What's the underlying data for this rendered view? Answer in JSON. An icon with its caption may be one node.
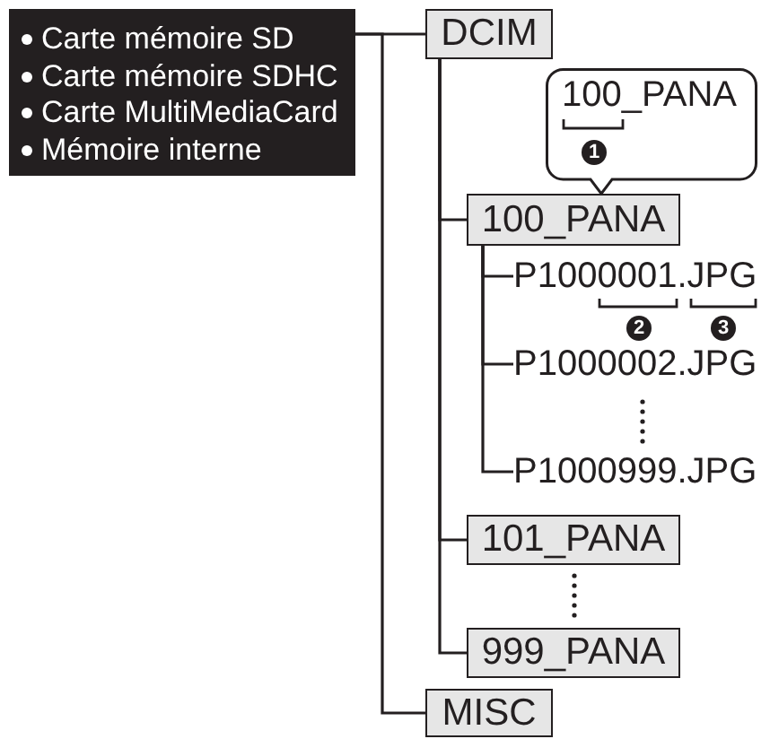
{
  "diagram": {
    "nodes": [
      {
        "text": [
          "Carte mémoire SD",
          "Carte mémoire SDHC",
          "Carte MultiMediaCard",
          "Mémoire interne"
        ]
      },
      {
        "text": [
          "DCIM"
        ]
      },
      {
        "text": [
          "100_PANA",
          "1"
        ]
      },
      {
        "text": [
          "100_PANA"
        ]
      },
      {
        "text": [
          "P1000001.JPG"
        ]
      },
      {
        "text": [
          "P1000002.JPG"
        ]
      },
      {
        "text": [
          "P1000999.JPG"
        ]
      },
      {
        "text": [
          "101_PANA"
        ]
      },
      {
        "text": [
          "999_PANA"
        ]
      },
      {
        "text": [
          "MISC"
        ]
      }
    ],
    "edges": [
      {
        "from": 0,
        "to": 1,
        "arrow": "none"
      },
      {
        "from": 0,
        "to": 9,
        "arrow": "none"
      },
      {
        "from": 1,
        "to": 3,
        "arrow": "none"
      },
      {
        "from": 1,
        "to": 7,
        "arrow": "none"
      },
      {
        "from": 1,
        "to": 8,
        "arrow": "none"
      },
      {
        "from": 3,
        "to": 4,
        "arrow": "none"
      },
      {
        "from": 3,
        "to": 5,
        "arrow": "none"
      },
      {
        "from": 3,
        "to": 6,
        "arrow": "none"
      }
    ],
    "labels": [
      "2",
      "3"
    ]
  }
}
